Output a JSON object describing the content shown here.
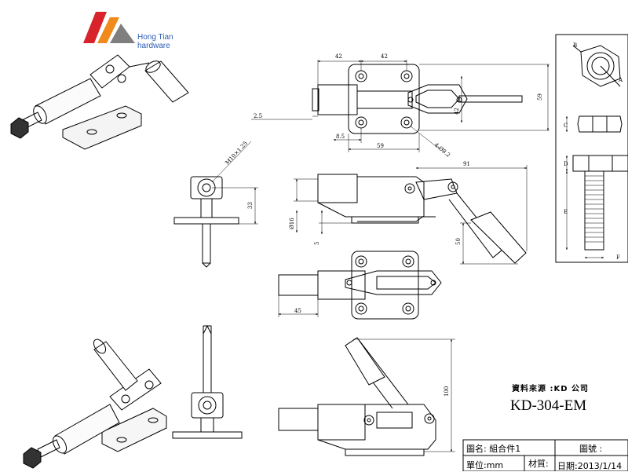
{
  "logo": {
    "line1": "Hong Tian",
    "line2": "hardware",
    "colors": {
      "red": "#d8232a",
      "orange": "#f08a1d",
      "gray": "#7f7f7f",
      "blue": "#2d5db3"
    }
  },
  "source_label": "資料來源 :KD 公司",
  "model": "KD-304-EM",
  "title_block": {
    "drawing_name": "圖名: 組合件1",
    "drawing_no": "圖號 :",
    "unit": "單位:mm",
    "material": "材質:",
    "date": "日期:2013/1/14"
  },
  "dimensions": {
    "top_left_42": "42",
    "top_right_42": "42",
    "right_59": "59",
    "inner_42": "42",
    "left_2_5": "2.5",
    "bottom_8_5": "8.5",
    "bottom_59": "59",
    "holes": "4-Ø8.2",
    "side_91": "91",
    "side_16": "Ø16",
    "side_5": "5",
    "side_50": "50",
    "plunger_45": "45",
    "end_33": "33",
    "thread": "M10×1.25",
    "height_100": "100"
  },
  "bolt_labels": {
    "a": "A",
    "b": "B",
    "c": "C",
    "d": "D",
    "e": "E",
    "f": "F"
  }
}
